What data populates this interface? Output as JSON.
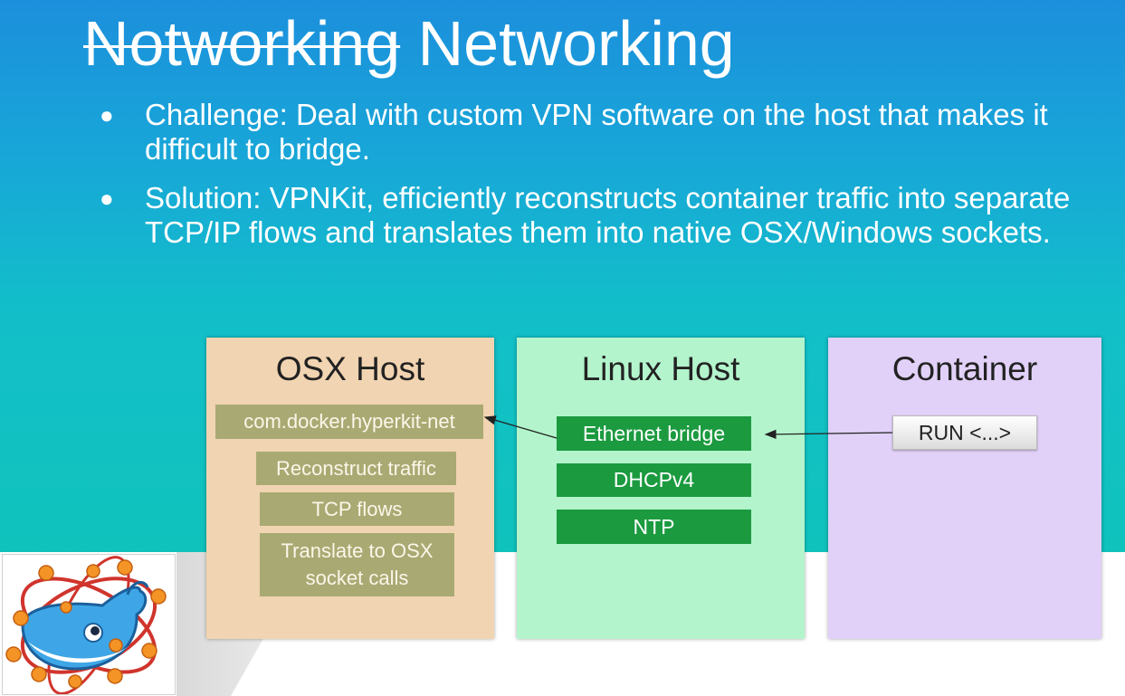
{
  "title": {
    "struck_text": "Notworking",
    "text": "Networking"
  },
  "bullets": [
    {
      "symbol": "●",
      "text": "Challenge: Deal with custom VPN software on the host that makes it difficult to bridge."
    },
    {
      "symbol": "●",
      "text": "Solution: VPNKit, efficiently reconstructs container traffic into separate TCP/IP flows and translates them into native OSX/Windows sockets."
    }
  ],
  "diagram": {
    "osx_host": {
      "title": "OSX Host",
      "items": [
        "com.docker.hyperkit-net",
        "Reconstruct traffic",
        "TCP flows",
        "Translate to OSX",
        "socket calls"
      ]
    },
    "linux_host": {
      "title": "Linux Host",
      "items": [
        "Ethernet bridge",
        "DHCPv4",
        "NTP"
      ]
    },
    "container": {
      "title": "Container",
      "items": [
        "RUN <...>"
      ]
    },
    "colors": {
      "osx_bg": "#f1d4b1",
      "linux_bg": "#b3f4cc",
      "container_bg": "#e1d0f7",
      "tan_pill": "#a9aa73",
      "green_pill": "#1b9a3f"
    }
  },
  "logo": {
    "icon": "docker-whale-logo-icon"
  }
}
